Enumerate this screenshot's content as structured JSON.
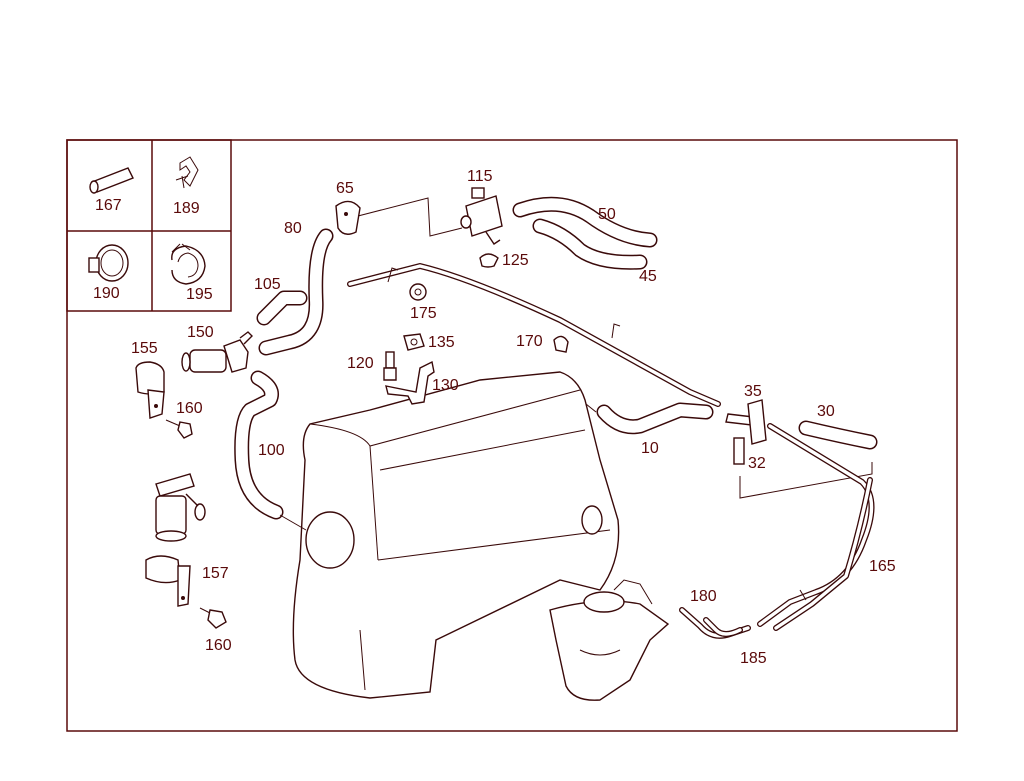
{
  "colors": {
    "frame": "#5a0a0a",
    "line": "#3a0a0a",
    "background": "#ffffff"
  },
  "legend": {
    "p167": "167",
    "p189": "189",
    "p190": "190",
    "p195": "195"
  },
  "labels": {
    "p10": "10",
    "p30": "30",
    "p32": "32",
    "p35": "35",
    "p45": "45",
    "p50": "50",
    "p65": "65",
    "p80": "80",
    "p100": "100",
    "p105": "105",
    "p115": "115",
    "p120": "120",
    "p125": "125",
    "p130": "130",
    "p135": "135",
    "p150": "150",
    "p155": "155",
    "p157": "157",
    "p160a": "160",
    "p160b": "160",
    "p165": "165",
    "p170": "170",
    "p175": "175",
    "p180": "180",
    "p185": "185"
  }
}
